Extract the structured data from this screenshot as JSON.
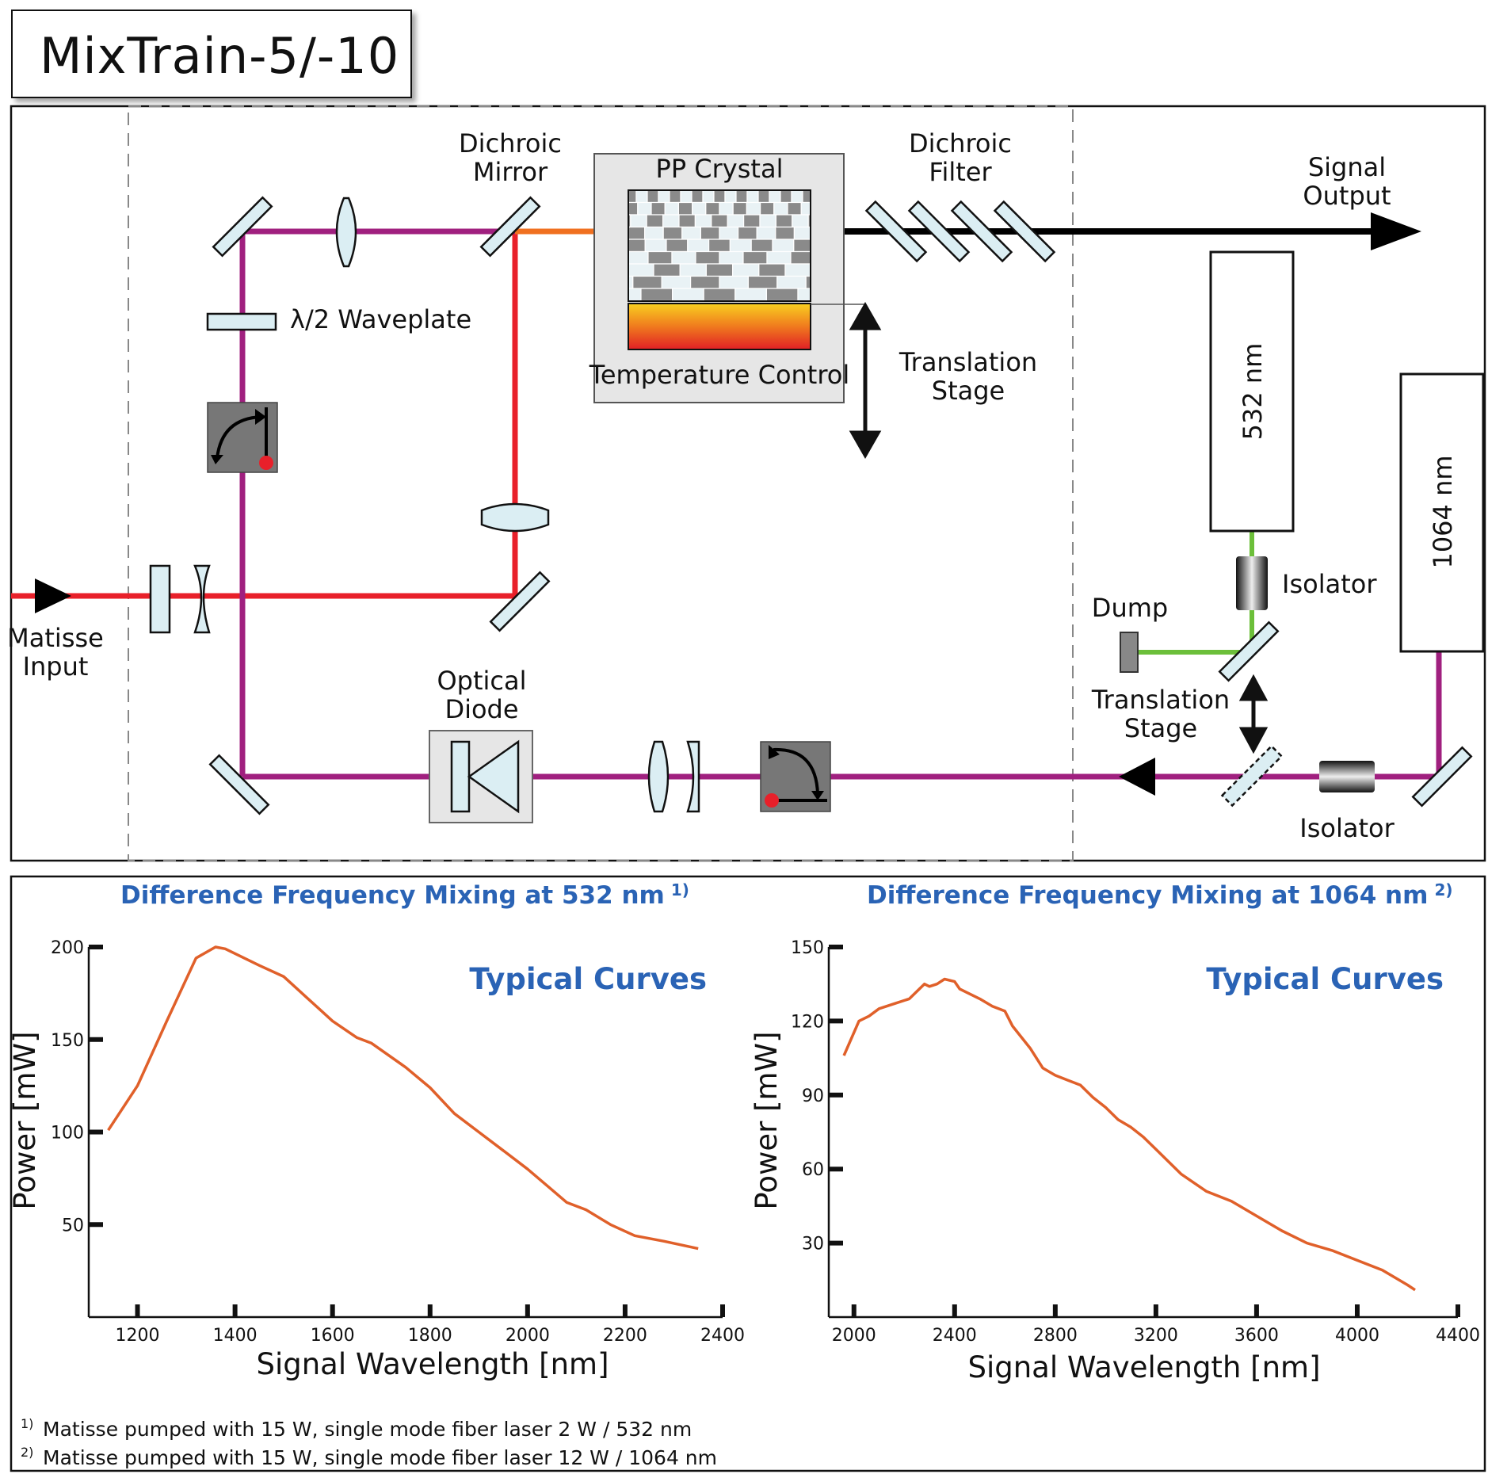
{
  "title": "MixTrain-5/-10",
  "diagram": {
    "labels": {
      "dichroic_mirror": [
        "Dichroic",
        "Mirror"
      ],
      "pp_crystal": "PP Crystal",
      "dichroic_filter": [
        "Dichroic",
        "Filter"
      ],
      "signal_output": [
        "Signal",
        "Output"
      ],
      "waveplate": "λ/2 Waveplate",
      "temperature_control": "Temperature Control",
      "translation_stage_top": [
        "Translation",
        "Stage"
      ],
      "laser_532": "532 nm",
      "laser_1064": "1064 nm",
      "isolator_top": "Isolator",
      "dump": "Dump",
      "translation_stage_bottom": [
        "Translation",
        "Stage"
      ],
      "matisse_input": [
        "Matisse",
        "Input"
      ],
      "optical_diode": [
        "Optical",
        "Diode"
      ],
      "isolator_bottom": "Isolator"
    },
    "colors": {
      "red_beam": "#e8202a",
      "purple_beam": "#a0207f",
      "orange_beam": "#f07020",
      "green_beam": "#6cbf3a",
      "output_beam": "#000000",
      "optic_fill": "#dbeef3",
      "title_blue": "#2a63b5",
      "curve": "#e0602a"
    }
  },
  "footnotes": [
    {
      "mark": "1)",
      "text": "Matisse pumped with 15 W, single mode fiber laser 2 W / 532 nm"
    },
    {
      "mark": "2)",
      "text": "Matisse pumped with 15 W, single mode fiber laser 12 W / 1064 nm"
    }
  ],
  "chart_data": [
    {
      "type": "line",
      "title": "Difference Frequency Mixing at 532 nm",
      "title_sup": "1)",
      "annotation": "Typical Curves",
      "xlabel": "Signal Wavelength [nm]",
      "ylabel": "Power [mW]",
      "xlim": [
        1100,
        2400
      ],
      "ylim": [
        0,
        200
      ],
      "xticks": [
        1200,
        1400,
        1600,
        1800,
        2000,
        2200,
        2400
      ],
      "yticks": [
        50,
        100,
        150,
        200
      ],
      "series": [
        {
          "x": [
            1140,
            1200,
            1260,
            1320,
            1360,
            1380,
            1450,
            1500,
            1550,
            1600,
            1650,
            1680,
            1750,
            1800,
            1850,
            1900,
            1950,
            2000,
            2040,
            2080,
            2120,
            2170,
            2220,
            2280,
            2350
          ],
          "y": [
            101,
            125,
            160,
            194,
            200,
            199,
            190,
            184,
            172,
            160,
            151,
            148,
            135,
            124,
            110,
            100,
            90,
            80,
            71,
            62,
            58,
            50,
            44,
            41,
            37
          ]
        }
      ]
    },
    {
      "type": "line",
      "title": "Difference Frequency Mixing at 1064 nm",
      "title_sup": "2)",
      "annotation": "Typical Curves",
      "xlabel": "Signal Wavelength [nm]",
      "ylabel": "Power [mW]",
      "xlim": [
        1900,
        4400
      ],
      "ylim": [
        0,
        150
      ],
      "xticks": [
        2000,
        2400,
        2800,
        3200,
        3600,
        4000,
        4400
      ],
      "yticks": [
        30,
        60,
        90,
        120,
        150
      ],
      "series": [
        {
          "x": [
            1960,
            2020,
            2060,
            2100,
            2160,
            2220,
            2280,
            2300,
            2330,
            2360,
            2400,
            2420,
            2460,
            2500,
            2550,
            2600,
            2630,
            2700,
            2750,
            2800,
            2850,
            2900,
            2950,
            3000,
            3050,
            3100,
            3150,
            3200,
            3300,
            3400,
            3500,
            3600,
            3700,
            3800,
            3900,
            4000,
            4100,
            4200,
            4230
          ],
          "y": [
            106,
            120,
            122,
            125,
            127,
            129,
            135,
            134,
            135,
            137,
            136,
            133,
            131,
            129,
            126,
            124,
            118,
            109,
            101,
            98,
            96,
            94,
            89,
            85,
            80,
            77,
            73,
            68,
            58,
            51,
            47,
            41,
            35,
            30,
            27,
            23,
            19,
            13,
            11
          ]
        }
      ]
    }
  ]
}
